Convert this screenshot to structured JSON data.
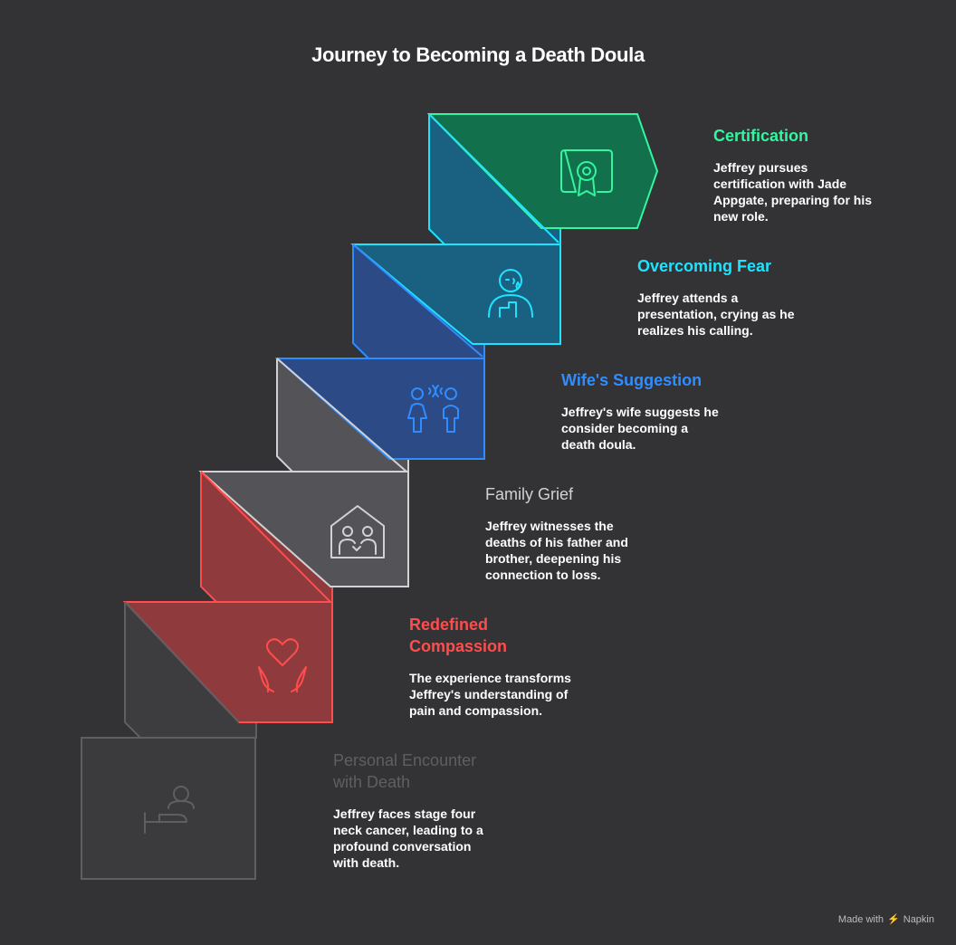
{
  "title": "Journey to Becoming a Death Doula",
  "steps": [
    {
      "title": "Certification",
      "description": "Jeffrey pursues certification with Jade Appgate, preparing for his new role.",
      "color": "#34f5a0",
      "icon": "certificate-icon"
    },
    {
      "title": "Overcoming Fear",
      "description": "Jeffrey attends a presentation, crying as he realizes his calling.",
      "color": "#1ee3ff",
      "icon": "crying-presenter-icon"
    },
    {
      "title": "Wife's Suggestion",
      "description": "Jeffrey's wife suggests he consider becoming a death doula.",
      "color": "#2f8dff",
      "icon": "couple-talking-icon"
    },
    {
      "title": "Family Grief",
      "description": "Jeffrey witnesses the deaths of his father and brother, deepening his connection to loss.",
      "color": "#d2d2d6",
      "icon": "family-home-icon"
    },
    {
      "title": "Redefined Compassion",
      "description": "The experience transforms Jeffrey's understanding of pain and compassion.",
      "color": "#ff4d4d",
      "icon": "heart-hands-icon"
    },
    {
      "title": "Personal Encounter with Death",
      "description": "Jeffrey faces stage four neck cancer, leading to a profound conversation with death.",
      "color": "#5f5f63",
      "icon": "patient-bed-icon"
    }
  ],
  "footer": {
    "made_with": "Made with",
    "brand": "Napkin"
  }
}
